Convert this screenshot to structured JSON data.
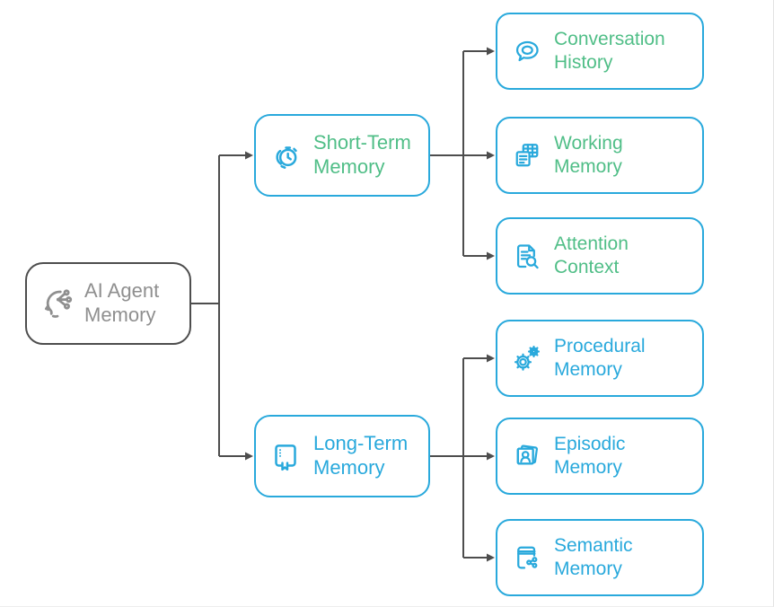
{
  "colors": {
    "cyan": "#29A9DC",
    "green": "#50BE87",
    "border_gray": "#4D4D4D",
    "text_gray": "#8F8F8F",
    "connector": "#4D4D4D",
    "background": "#FFFFFF"
  },
  "nodes": {
    "root": {
      "label": "AI Agent\nMemory",
      "icon": "ai-head-circuit-icon"
    },
    "branches": [
      {
        "label": "Short-Term\nMemory",
        "icon": "hand-stopwatch-icon",
        "text_color": "green"
      },
      {
        "label": "Long-Term\nMemory",
        "icon": "notebook-icon",
        "text_color": "cyan"
      }
    ],
    "leaves": [
      {
        "label": "Conversation\nHistory",
        "icon": "speech-bubble-icon",
        "parent": "Short-Term Memory",
        "text_color": "green"
      },
      {
        "label": "Working\nMemory",
        "icon": "cards-grid-icon",
        "parent": "Short-Term Memory",
        "text_color": "green"
      },
      {
        "label": "Attention\nContext",
        "icon": "document-magnifier-icon",
        "parent": "Short-Term Memory",
        "text_color": "green"
      },
      {
        "label": "Procedural\nMemory",
        "icon": "gears-icon",
        "parent": "Long-Term Memory",
        "text_color": "cyan"
      },
      {
        "label": "Episodic\nMemory",
        "icon": "photo-stack-person-icon",
        "parent": "Long-Term Memory",
        "text_color": "cyan"
      },
      {
        "label": "Semantic\nMemory",
        "icon": "book-network-icon",
        "parent": "Long-Term Memory",
        "text_color": "cyan"
      }
    ]
  }
}
